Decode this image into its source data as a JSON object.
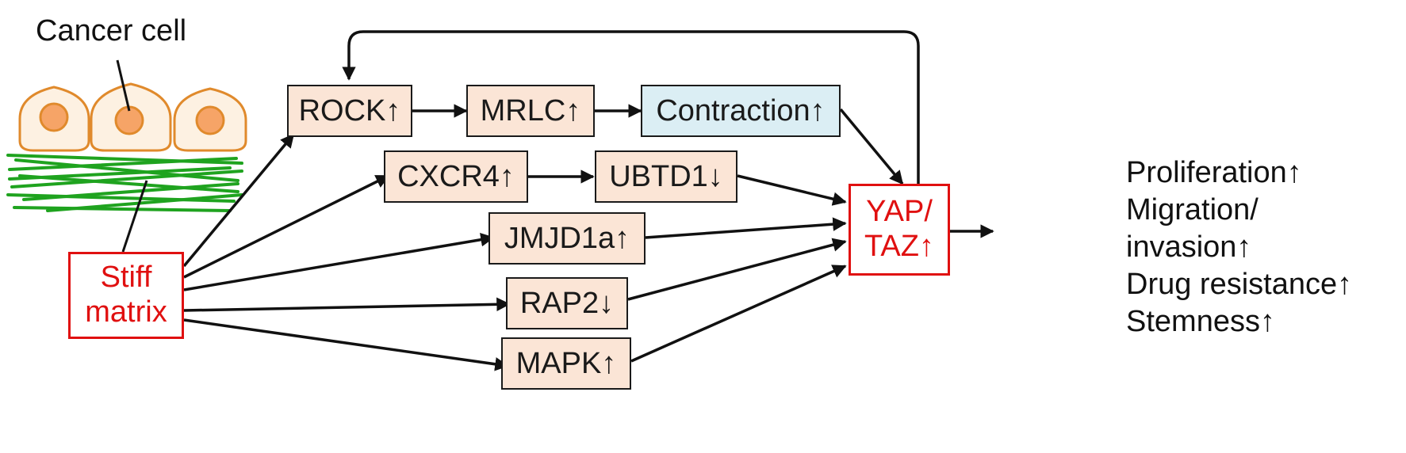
{
  "cell_label": "Cancer cell",
  "nodes": {
    "rock": "ROCK↑",
    "mrlc": "MRLC↑",
    "contraction": "Contraction↑",
    "cxcr4": "CXCR4↑",
    "ubtd1": "UBTD1↓",
    "jmjd1a": "JMJD1a↑",
    "rap2": "RAP2↓",
    "mapk": "MAPK↑"
  },
  "stiff_matrix": {
    "line1": "Stiff",
    "line2": "matrix"
  },
  "yap_taz": {
    "line1": "YAP/",
    "line2": "TAZ↑"
  },
  "outcomes": [
    "Proliferation↑",
    "Migration/",
    "invasion↑",
    "Drug resistance↑",
    "Stemness↑"
  ],
  "colors": {
    "node_fill": "#fbe5d6",
    "contraction_fill": "#dbeef4",
    "highlight_red": "#e01010",
    "cell_outline": "#e08a2c",
    "cell_fill": "#fdf1e2",
    "nucleus_fill": "#f6a467",
    "fiber_green": "#1fa31f"
  }
}
